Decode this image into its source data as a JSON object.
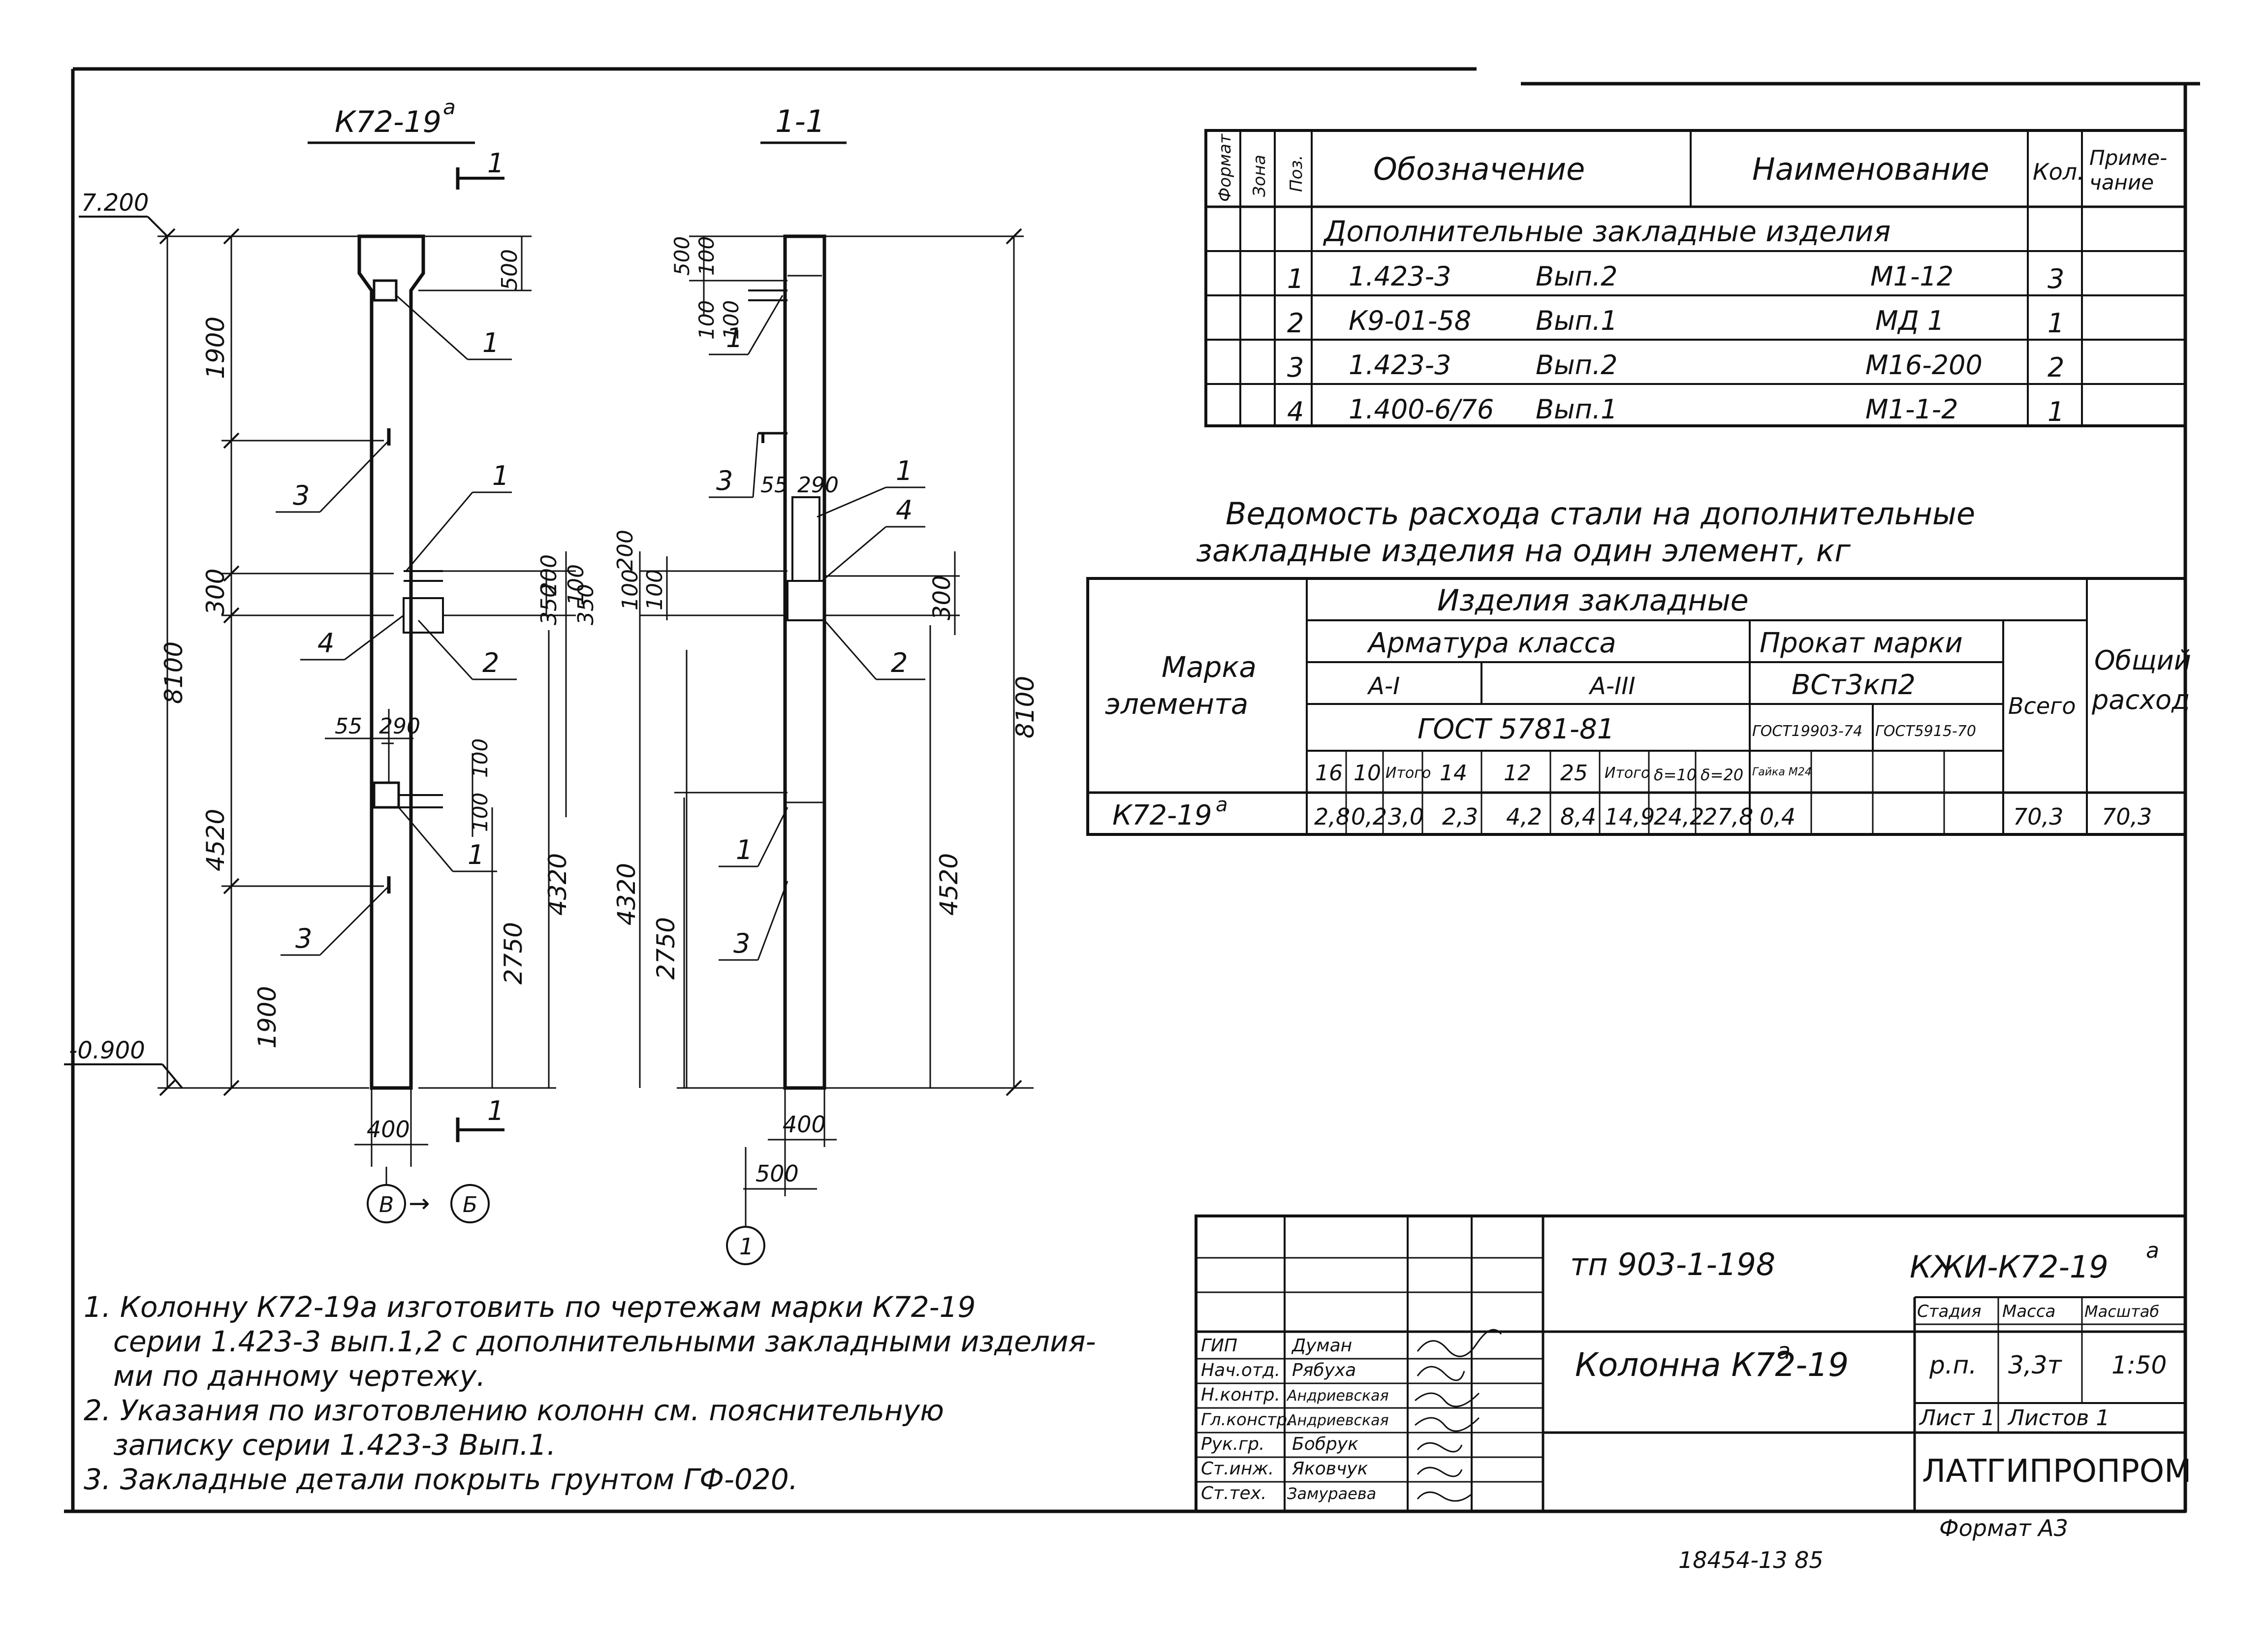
{
  "views": {
    "left_title": "К72-19",
    "left_title_sup": "а",
    "section_title": "1-1",
    "section_mark": "1",
    "axis_b": "В",
    "axis_arrow": "→",
    "axis_6": "Б",
    "axis_1": "1"
  },
  "elevations": {
    "top": "7.200",
    "bottom": "-0.900"
  },
  "dims_left": {
    "d1900_top": "1900",
    "d8100": "8100",
    "d300": "300",
    "d4520": "4520",
    "d1900_bot": "1900",
    "d500": "500",
    "d200": "200",
    "d100a": "100",
    "d350": "350",
    "d55": "55",
    "d290": "290",
    "d100b": "100",
    "d100c": "100",
    "d4320": "4320",
    "d2750": "2750",
    "d400": "400"
  },
  "dims_right": {
    "d500": "500",
    "d100a": "100",
    "d100b": "100",
    "d100c": "100",
    "d55": "55",
    "d290": "290",
    "d200": "200",
    "d100d": "100",
    "d350": "350",
    "d100e": "100",
    "d300": "300",
    "d4320": "4320",
    "d2750": "2750",
    "d8100": "8100",
    "d4520": "4520",
    "d400": "400",
    "d500b": "500"
  },
  "leaders": {
    "l1": "1",
    "l2": "2",
    "l3": "3",
    "l4": "4"
  },
  "spec_table": {
    "headers": {
      "format": "Формат",
      "zone": "Зона",
      "pos": "Поз.",
      "designation": "Обозначение",
      "name": "Наименование",
      "qty": "Кол.",
      "note1": "Приме-",
      "note2": "чание"
    },
    "section": "Дополнительные закладные изделия",
    "rows": [
      {
        "pos": "1",
        "code": "1.423-3",
        "issue": "Вып.2",
        "name": "М1-12",
        "qty": "3"
      },
      {
        "pos": "2",
        "code": "К9-01-58",
        "issue": "Вып.1",
        "name": "МД 1",
        "qty": "1"
      },
      {
        "pos": "3",
        "code": "1.423-3",
        "issue": "Вып.2",
        "name": "М16-200",
        "qty": "2"
      },
      {
        "pos": "4",
        "code": "1.400-6/76",
        "issue": "Вып.1",
        "name": "М1-1-2",
        "qty": "1"
      }
    ]
  },
  "steel_title_1": "Ведомость расхода стали на дополнительные",
  "steel_title_2": "закладные изделия на один элемент, кг",
  "steel_table": {
    "h_mark_1": "Марка",
    "h_mark_2": "элемента",
    "h_items": "Изделия закладные",
    "h_armature": "Арматура класса",
    "h_a1": "А-I",
    "h_a3": "А-III",
    "h_gost5781": "ГОСТ 5781-81",
    "h_rolled": "Прокат марки",
    "h_steel": "ВСт3кп2",
    "h_gost19903": "ГОСТ19903-74",
    "h_gost5915": "ГОСТ5915-70",
    "h_total": "Всего",
    "h_overall_1": "Общий",
    "h_overall_2": "расход",
    "sub": [
      "16",
      "10",
      "Итого",
      "14",
      "12",
      "25",
      "Итого",
      "δ=10",
      "δ=20",
      "Гайка М24",
      ""
    ],
    "row_mark": "К72-19",
    "row_mark_sup": "а",
    "row_values": [
      "2,8",
      "0,2",
      "3,0",
      "2,3",
      "4,2",
      "8,4",
      "14,9",
      "24,2",
      "27,8",
      "0,4",
      ""
    ],
    "row_total": "70,3",
    "row_overall": "70,3"
  },
  "notes": [
    "1. Колонну К72-19а изготовить по чертежам марки К72-19",
    "серии 1.423-3 вып.1,2 с дополнительными закладными изделия-",
    "ми по данному чертежу.",
    "2. Указания по изготовлению колонн см. пояснительную",
    "записку серии 1.423-3 Вып.1.",
    "3. Закладные детали покрыть грунтом ГФ-020."
  ],
  "title_block": {
    "project": "тп 903-1-198",
    "code": "КЖИ-К72-19",
    "code_sup": "а",
    "name": "Колонна К72-19",
    "name_sup": "а",
    "h_stage": "Стадия",
    "h_mass": "Масса",
    "h_scale": "Масштаб",
    "stage": "р.п.",
    "mass": "3,3т",
    "scale": "1:50",
    "sheet": "Лист 1",
    "sheets": "Листов 1",
    "org": "ЛАТГИПРОПРОМ",
    "roles": [
      "ГИП",
      "Нач.отд.",
      "Н.контр.",
      "Гл.констр.",
      "Рук.гр.",
      "Ст.инж.",
      "Ст.тех."
    ],
    "people": [
      "Думан",
      "Рябуха",
      "Андриевская",
      "Андриевская",
      "Бобрук",
      "Яковчук",
      "Замураева"
    ]
  },
  "format": "Формат А3",
  "archive_no": "18454-13 85"
}
